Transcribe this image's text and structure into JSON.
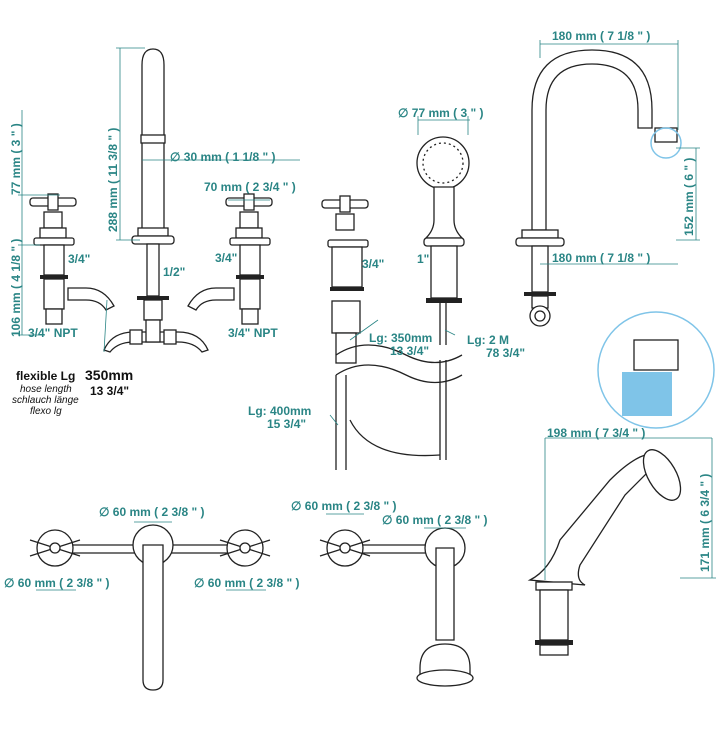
{
  "colors": {
    "dimension": "#2a8585",
    "line": "#222222",
    "highlight": "#7fc4e8"
  },
  "dims": {
    "valve_upper_height": "77 mm ( 3 \" )",
    "valve_lower_height": "106 mm ( 4 1/8 \" )",
    "spout_height": "288 mm ( 11 3/8 \" )",
    "spout_diameter": "∅ 30 mm ( 1 1/8 \" )",
    "handle_width": "70 mm ( 2 3/4 \" )",
    "shower_diameter": "∅ 77 mm ( 3 \" )",
    "goose_reach_top": "180 mm ( 7 1/8 \" )",
    "goose_reach_bottom": "180 mm ( 7 1/8 \" )",
    "goose_height": "152 mm ( 6 \" )",
    "handshower_width": "198 mm ( 7 3/4 \" )",
    "handshower_height": "171 mm ( 6 3/4 \" )",
    "rosette_1": "∅ 60 mm ( 2 3/8 \" )",
    "rosette_2": "∅ 60 mm ( 2 3/8 \" )",
    "rosette_3": "∅ 60 mm ( 2 3/8 \" )",
    "rosette_4": "∅ 60 mm ( 2 3/8 \" )",
    "rosette_5": "∅ 60 mm ( 2 3/8 \" )"
  },
  "threads": {
    "left_valve": "3/4\"",
    "spout": "1/2\"",
    "right_valve": "3/4\"",
    "diverter": "3/4\"",
    "shower": "1\"",
    "npt_left": "3/4\" NPT",
    "npt_right": "3/4\" NPT"
  },
  "hoses": {
    "legend_title": "flexible Lg",
    "legend_en": "hose length",
    "legend_de": "schlauch länge",
    "legend_es": "flexo lg",
    "legend_mm": "350mm",
    "legend_in": "13 3/4\"",
    "h350_mm": "Lg: 350mm",
    "h350_in": "13 3/4\"",
    "h2m_mm": "Lg: 2 M",
    "h2m_in": "78 3/4\"",
    "h400_mm": "Lg: 400mm",
    "h400_in": "15 3/4\""
  }
}
